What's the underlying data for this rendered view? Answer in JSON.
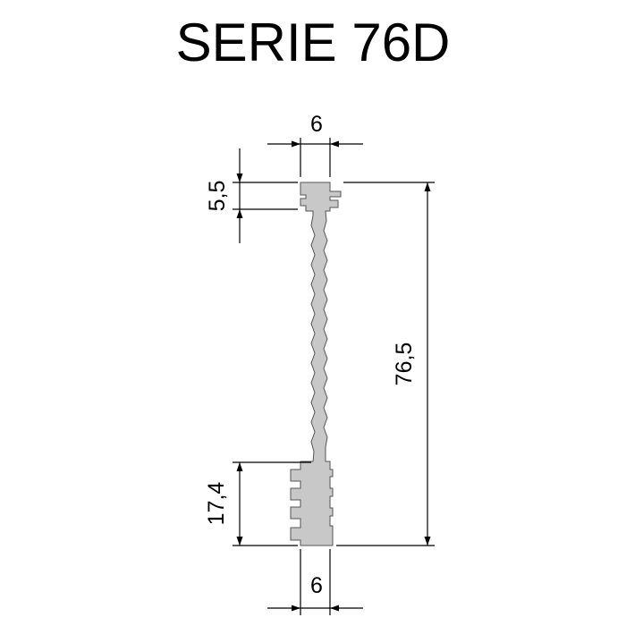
{
  "title": "SERIE 76D",
  "dimensions": {
    "top_width": "6",
    "top_height": "5,5",
    "total_height": "76,5",
    "bottom_height": "17,4",
    "bottom_width": "6"
  },
  "colors": {
    "profile_fill": "#c8c8c8",
    "profile_stroke": "#555555",
    "line": "#000000"
  }
}
